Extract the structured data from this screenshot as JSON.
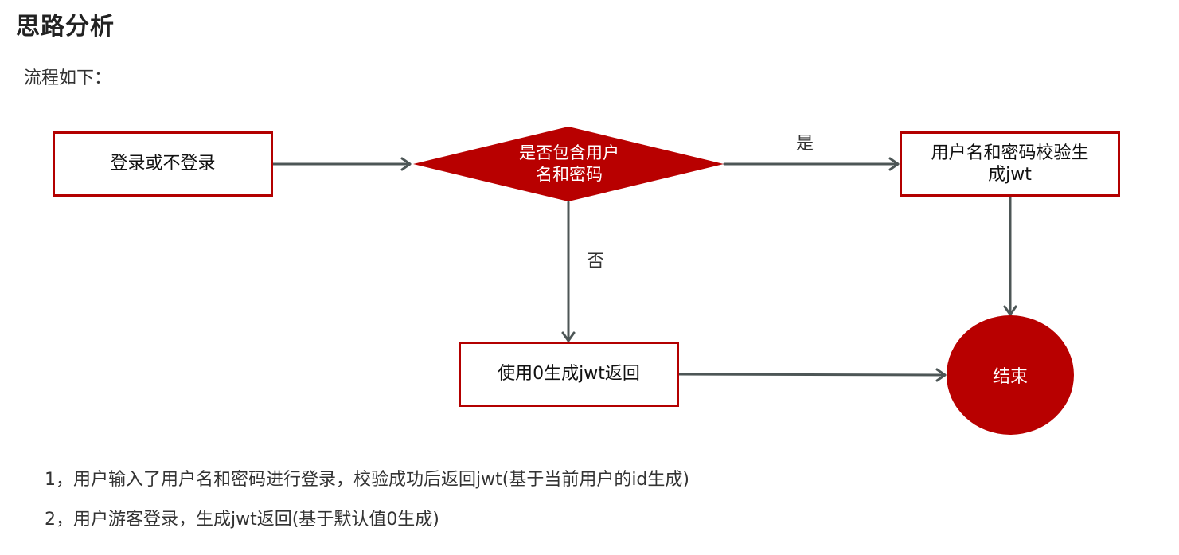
{
  "heading": "思路分析",
  "intro": "流程如下：",
  "flowchart": {
    "nodes": {
      "start": "登录或不登录",
      "decision": {
        "line1": "是否包含用户",
        "line2": "名和密码"
      },
      "validate": {
        "line1": "用户名和密码校验生",
        "line2": "成jwt"
      },
      "guest": "使用0生成jwt返回",
      "end": "结束"
    },
    "edges": {
      "yes_label": "是",
      "no_label": "否"
    },
    "colors": {
      "accent": "#b80000",
      "arrow": "#4d5656",
      "text": "#333333"
    }
  },
  "notes": [
    "1，用户输入了用户名和密码进行登录，校验成功后返回jwt(基于当前用户的id生成)",
    "2，用户游客登录，生成jwt返回(基于默认值0生成)"
  ]
}
